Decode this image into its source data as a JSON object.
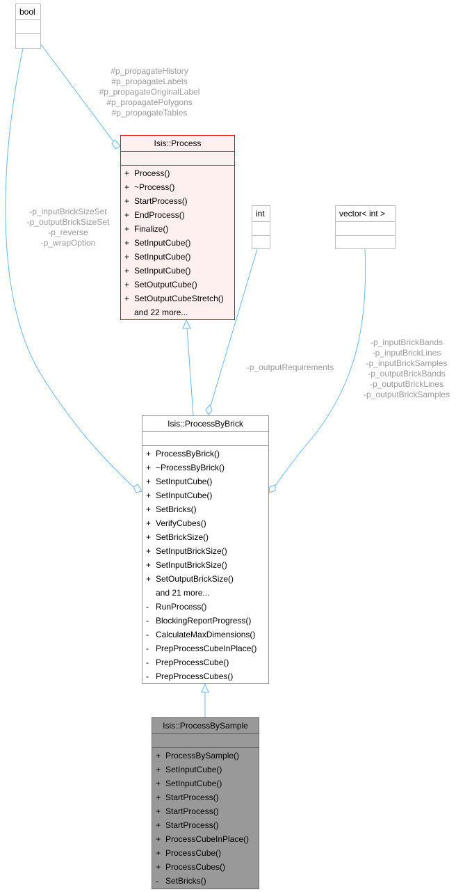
{
  "colors": {
    "edge": "#63b8ff",
    "label": "#9a9a9a",
    "process_border": "#e00000",
    "process_fill": "#fff0f0",
    "selected_fill": "#999999"
  },
  "classes": {
    "bool": {
      "name": "bool",
      "methods": []
    },
    "int": {
      "name": "int",
      "methods": []
    },
    "vector": {
      "name": "vector< int >",
      "methods": []
    },
    "process": {
      "name": "Isis::Process",
      "methods": [
        {
          "vis": "+",
          "name": "Process()"
        },
        {
          "vis": "+",
          "name": "~Process()"
        },
        {
          "vis": "+",
          "name": "StartProcess()"
        },
        {
          "vis": "+",
          "name": "EndProcess()"
        },
        {
          "vis": "+",
          "name": "Finalize()"
        },
        {
          "vis": "+",
          "name": "SetInputCube()"
        },
        {
          "vis": "+",
          "name": "SetInputCube()"
        },
        {
          "vis": "+",
          "name": "SetInputCube()"
        },
        {
          "vis": "+",
          "name": "SetOutputCube()"
        },
        {
          "vis": "+",
          "name": "SetOutputCubeStretch()"
        },
        {
          "vis": "",
          "name": "and 22 more..."
        }
      ]
    },
    "pbb": {
      "name": "Isis::ProcessByBrick",
      "methods": [
        {
          "vis": "+",
          "name": "ProcessByBrick()"
        },
        {
          "vis": "+",
          "name": "~ProcessByBrick()"
        },
        {
          "vis": "+",
          "name": "SetInputCube()"
        },
        {
          "vis": "+",
          "name": "SetInputCube()"
        },
        {
          "vis": "+",
          "name": "SetBricks()"
        },
        {
          "vis": "+",
          "name": "VerifyCubes()"
        },
        {
          "vis": "+",
          "name": "SetBrickSize()"
        },
        {
          "vis": "+",
          "name": "SetInputBrickSize()"
        },
        {
          "vis": "+",
          "name": "SetInputBrickSize()"
        },
        {
          "vis": "+",
          "name": "SetOutputBrickSize()"
        },
        {
          "vis": "",
          "name": "and 21 more..."
        },
        {
          "vis": "-",
          "name": "RunProcess()"
        },
        {
          "vis": "-",
          "name": "BlockingReportProgress()"
        },
        {
          "vis": "-",
          "name": "CalculateMaxDimensions()"
        },
        {
          "vis": "-",
          "name": "PrepProcessCubeInPlace()"
        },
        {
          "vis": "-",
          "name": "PrepProcessCube()"
        },
        {
          "vis": "-",
          "name": "PrepProcessCubes()"
        }
      ]
    },
    "pbs": {
      "name": "Isis::ProcessBySample",
      "methods": [
        {
          "vis": "+",
          "name": "ProcessBySample()"
        },
        {
          "vis": "+",
          "name": "SetInputCube()"
        },
        {
          "vis": "+",
          "name": "SetInputCube()"
        },
        {
          "vis": "+",
          "name": "StartProcess()"
        },
        {
          "vis": "+",
          "name": "StartProcess()"
        },
        {
          "vis": "+",
          "name": "StartProcess()"
        },
        {
          "vis": "+",
          "name": "ProcessCubeInPlace()"
        },
        {
          "vis": "+",
          "name": "ProcessCube()"
        },
        {
          "vis": "+",
          "name": "ProcessCubes()"
        },
        {
          "vis": "-",
          "name": "SetBricks()"
        }
      ]
    }
  },
  "edge_labels": {
    "bool_process": [
      "#p_propagateHistory",
      "#p_propagateLabels",
      "#p_propagateOriginalLabel",
      "#p_propagatePolygons",
      "#p_propagateTables"
    ],
    "bool_pbb": [
      "-p_inputBrickSizeSet",
      "-p_outputBrickSizeSet",
      "-p_reverse",
      "-p_wrapOption"
    ],
    "int_pbb": [
      "-p_outputRequirements"
    ],
    "vector_pbb": [
      "-p_inputBrickBands",
      "-p_inputBrickLines",
      "-p_inputBrickSamples",
      "-p_outputBrickBands",
      "-p_outputBrickLines",
      "-p_outputBrickSamples"
    ]
  }
}
